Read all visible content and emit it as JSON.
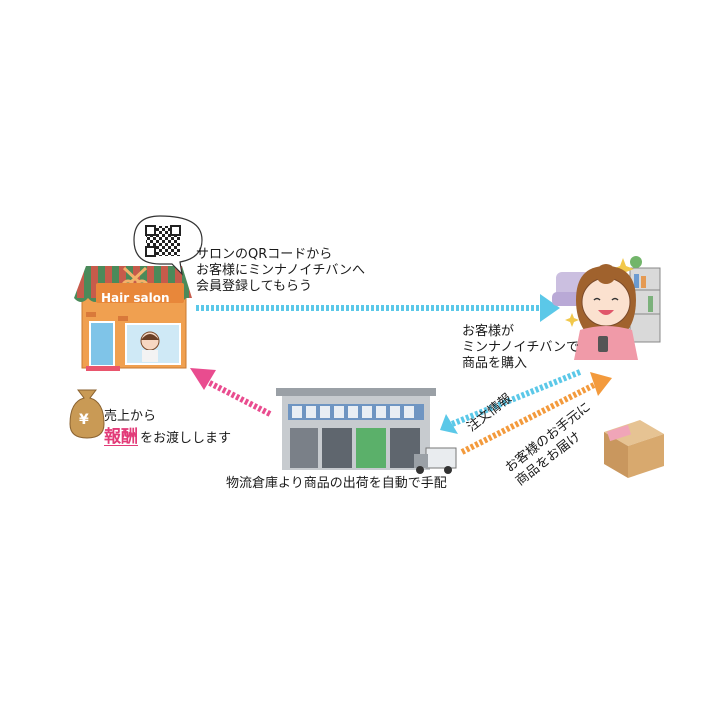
{
  "salon": {
    "sign": "Hair salon",
    "qr_caption": [
      "サロンのQRコードから",
      "お客様にミンナノイチバンへ",
      "会員登録してもらう"
    ]
  },
  "customer": {
    "caption": [
      "お客様が",
      "ミンナノイチバンで",
      "商品を購入"
    ]
  },
  "order_info": "注文情報",
  "delivery": [
    "お客様のお手元に",
    "商品をお届け"
  ],
  "warehouse": {
    "caption": "物流倉庫より商品の出荷を自動で手配"
  },
  "reward": {
    "line1": "売上から",
    "highlight": "報酬",
    "line2_rest": "をお渡しします",
    "bag_symbol": "¥"
  },
  "colors": {
    "cyan_arrow": "#5bc8e8",
    "pink_arrow": "#e94c8f",
    "orange_arrow": "#f39a3c",
    "accent_pink": "#e23b78"
  }
}
